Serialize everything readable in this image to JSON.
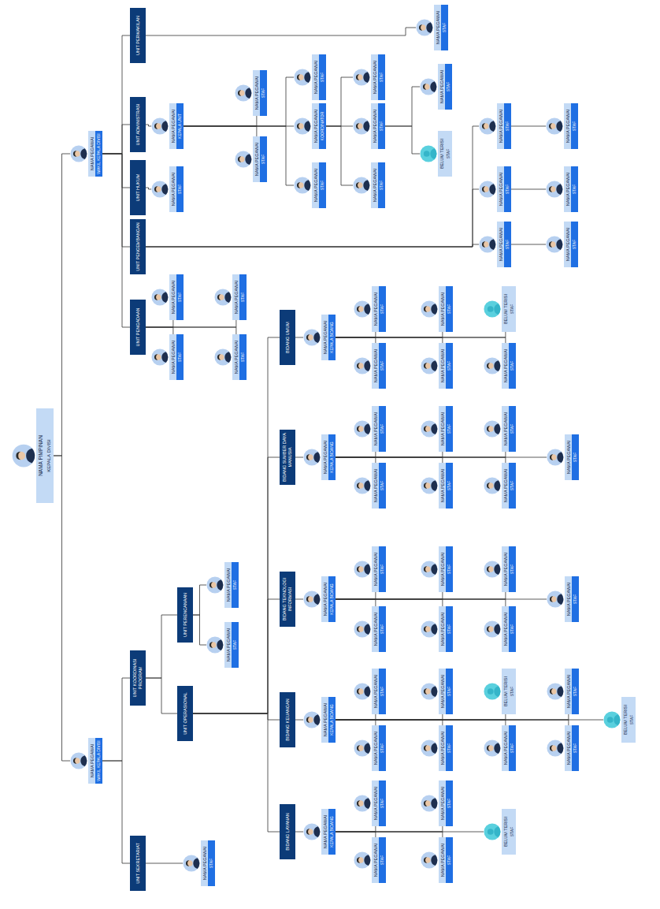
{
  "diagram": {
    "nodes": [
      {
        "text": [
          "NAMA PIMPINAN",
          "KEPALA DIVISI"
        ]
      },
      {
        "text": [
          "NAMA PEGAWAI",
          "WAKIL KEPALA DIVISI"
        ]
      },
      {
        "text": [
          "NAMA PEGAWAI",
          "WAKIL KEPALA DIVISI"
        ]
      },
      {
        "text": [
          "UNIT SEKRETARIAT"
        ]
      },
      {
        "text": [
          "NAMA PEGAWAI",
          "STAF"
        ]
      },
      {
        "text": [
          "UNIT KOORDINASI PROGRAM"
        ]
      },
      {
        "text": [
          "UNIT OPERASIONAL"
        ]
      },
      {
        "text": [
          "UNIT PERENCANAAN"
        ]
      },
      {
        "text": [
          "NAMA PEGAWAI",
          "STAF"
        ]
      },
      {
        "text": [
          "NAMA PEGAWAI",
          "STAF"
        ]
      },
      {
        "text": [
          "BIDANG LAYANAN"
        ]
      },
      {
        "text": [
          "NAMA PEGAWAI",
          "KEPALA BIDANG"
        ]
      },
      {
        "text": [
          "NAMA PEGAWAI",
          "STAF"
        ]
      },
      {
        "text": [
          "NAMA PEGAWAI",
          "STAF"
        ]
      },
      {
        "text": [
          "NAMA PEGAWAI",
          "STAF"
        ]
      },
      {
        "text": [
          "NAMA PEGAWAI",
          "STAF"
        ]
      },
      {
        "text": [
          "BELUM TERISI",
          "STAF"
        ]
      },
      {
        "text": [
          "BIDANG KEUANGAN"
        ]
      },
      {
        "text": [
          "NAMA PEGAWAI",
          "KEPALA BIDANG"
        ]
      },
      {
        "text": [
          "NAMA PEGAWAI",
          "STAF"
        ]
      },
      {
        "text": [
          "NAMA PEGAWAI",
          "STAF"
        ]
      },
      {
        "text": [
          "NAMA PEGAWAI",
          "STAF"
        ]
      },
      {
        "text": [
          "NAMA PEGAWAI",
          "STAF"
        ]
      },
      {
        "text": [
          "NAMA PEGAWAI",
          "STAF"
        ]
      },
      {
        "text": [
          "NAMA PEGAWAI",
          "STAF"
        ]
      },
      {
        "text": [
          "NAMA PEGAWAI",
          "STAF"
        ]
      },
      {
        "text": [
          "BELUM TERISI",
          "STAF"
        ]
      },
      {
        "text": [
          "BELUM TERISI",
          "STAF"
        ]
      },
      {
        "text": [
          "BIDANG TEKNOLOGI INFORMASI"
        ]
      },
      {
        "text": [
          "NAMA PEGAWAI",
          "KEPALA BIDANG"
        ]
      },
      {
        "text": [
          "NAMA PEGAWAI",
          "STAF"
        ]
      },
      {
        "text": [
          "NAMA PEGAWAI",
          "STAF"
        ]
      },
      {
        "text": [
          "NAMA PEGAWAI",
          "STAF"
        ]
      },
      {
        "text": [
          "NAMA PEGAWAI",
          "STAF"
        ]
      },
      {
        "text": [
          "NAMA PEGAWAI",
          "STAF"
        ]
      },
      {
        "text": [
          "NAMA PEGAWAI",
          "STAF"
        ]
      },
      {
        "text": [
          "NAMA PEGAWAI",
          "STAF"
        ]
      },
      {
        "text": [
          "BIDANG SUMBER DAYA MANUSIA"
        ]
      },
      {
        "text": [
          "NAMA PEGAWAI",
          "KEPALA BIDANG"
        ]
      },
      {
        "text": [
          "NAMA PEGAWAI",
          "STAF"
        ]
      },
      {
        "text": [
          "NAMA PEGAWAI",
          "STAF"
        ]
      },
      {
        "text": [
          "NAMA PEGAWAI",
          "STAF"
        ]
      },
      {
        "text": [
          "NAMA PEGAWAI",
          "STAF"
        ]
      },
      {
        "text": [
          "NAMA PEGAWAI",
          "STAF"
        ]
      },
      {
        "text": [
          "NAMA PEGAWAI",
          "STAF"
        ]
      },
      {
        "text": [
          "NAMA PEGAWAI",
          "STAF"
        ]
      },
      {
        "text": [
          "BIDANG UMUM"
        ]
      },
      {
        "text": [
          "NAMA PEGAWAI",
          "KEPALA BIDANG"
        ]
      },
      {
        "text": [
          "NAMA PEGAWAI",
          "STAF"
        ]
      },
      {
        "text": [
          "NAMA PEGAWAI",
          "STAF"
        ]
      },
      {
        "text": [
          "NAMA PEGAWAI",
          "STAF"
        ]
      },
      {
        "text": [
          "NAMA PEGAWAI",
          "STAF"
        ]
      },
      {
        "text": [
          "NAMA PEGAWAI",
          "STAF"
        ]
      },
      {
        "text": [
          "BELUM TERISI",
          "STAF"
        ]
      },
      {
        "text": [
          "UNIT PENGADAAN"
        ]
      },
      {
        "text": [
          "NAMA PEGAWAI",
          "STAF"
        ]
      },
      {
        "text": [
          "NAMA PEGAWAI",
          "STAF"
        ]
      },
      {
        "text": [
          "NAMA PEGAWAI",
          "STAF"
        ]
      },
      {
        "text": [
          "NAMA PEGAWAI",
          "STAF"
        ]
      },
      {
        "text": [
          "UNIT PENGEMBANGAN"
        ]
      },
      {
        "text": [
          "NAMA PEGAWAI",
          "STAF"
        ]
      },
      {
        "text": [
          "NAMA PEGAWAI",
          "STAF"
        ]
      },
      {
        "text": [
          "NAMA PEGAWAI",
          "STAF"
        ]
      },
      {
        "text": [
          "NAMA PEGAWAI",
          "STAF"
        ]
      },
      {
        "text": [
          "NAMA PEGAWAI",
          "STAF"
        ]
      },
      {
        "text": [
          "NAMA PEGAWAI",
          "STAF"
        ]
      },
      {
        "text": [
          "UNIT HUKUM"
        ]
      },
      {
        "text": [
          "NAMA PEGAWAI",
          "STAF"
        ]
      },
      {
        "text": [
          "UNIT ADMINISTRASI"
        ]
      },
      {
        "text": [
          "NAMA PEGAWAI",
          "KEPALA UNIT"
        ]
      },
      {
        "text": [
          "NAMA PEGAWAI",
          "STAF"
        ]
      },
      {
        "text": [
          "NAMA PEGAWAI",
          "STAF"
        ]
      },
      {
        "text": [
          "NAMA PEGAWAI",
          "STAF"
        ]
      },
      {
        "text": [
          "NAMA PEGAWAI",
          "KOORDINATOR"
        ]
      },
      {
        "text": [
          "NAMA PEGAWAI",
          "STAF"
        ]
      },
      {
        "text": [
          "NAMA PEGAWAI",
          "STAF"
        ]
      },
      {
        "text": [
          "NAMA PEGAWAI",
          "STAF"
        ]
      },
      {
        "text": [
          "NAMA PEGAWAI",
          "STAF"
        ]
      },
      {
        "text": [
          "NAMA PEGAWAI",
          "STAF"
        ]
      },
      {
        "text": [
          "BELUM TERISI",
          "STAF"
        ]
      },
      {
        "text": [
          "UNIT PERWAKILAN"
        ]
      },
      {
        "text": [
          "NAMA PEGAWAI",
          "STAF"
        ]
      }
    ],
    "edges": [
      {
        "from": 0,
        "to": 1,
        "arrow": "none"
      },
      {
        "from": 0,
        "to": 2,
        "arrow": "none"
      },
      {
        "from": 1,
        "to": 3,
        "arrow": "none"
      },
      {
        "from": 1,
        "to": 5,
        "arrow": "none"
      },
      {
        "from": 3,
        "to": 4,
        "arrow": "none"
      },
      {
        "from": 5,
        "to": 6,
        "arrow": "none"
      },
      {
        "from": 5,
        "to": 7,
        "arrow": "none"
      },
      {
        "from": 7,
        "to": 8,
        "arrow": "none"
      },
      {
        "from": 7,
        "to": 9,
        "arrow": "none"
      },
      {
        "from": 6,
        "to": 10,
        "arrow": "none"
      },
      {
        "from": 6,
        "to": 17,
        "arrow": "none"
      },
      {
        "from": 6,
        "to": 28,
        "arrow": "none"
      },
      {
        "from": 6,
        "to": 37,
        "arrow": "none"
      },
      {
        "from": 6,
        "to": 46,
        "arrow": "none"
      },
      {
        "from": 10,
        "to": 11,
        "arrow": "none"
      },
      {
        "from": 11,
        "to": 12,
        "arrow": "none"
      },
      {
        "from": 11,
        "to": 13,
        "arrow": "none"
      },
      {
        "from": 11,
        "to": 14,
        "arrow": "none"
      },
      {
        "from": 11,
        "to": 15,
        "arrow": "none"
      },
      {
        "from": 11,
        "to": 16,
        "arrow": "none"
      },
      {
        "from": 17,
        "to": 18,
        "arrow": "none"
      },
      {
        "from": 18,
        "to": 19,
        "arrow": "none"
      },
      {
        "from": 18,
        "to": 20,
        "arrow": "none"
      },
      {
        "from": 18,
        "to": 21,
        "arrow": "none"
      },
      {
        "from": 18,
        "to": 22,
        "arrow": "none"
      },
      {
        "from": 18,
        "to": 23,
        "arrow": "none"
      },
      {
        "from": 18,
        "to": 24,
        "arrow": "none"
      },
      {
        "from": 18,
        "to": 25,
        "arrow": "none"
      },
      {
        "from": 18,
        "to": 26,
        "arrow": "none"
      },
      {
        "from": 18,
        "to": 27,
        "arrow": "none"
      },
      {
        "from": 28,
        "to": 29,
        "arrow": "none"
      },
      {
        "from": 29,
        "to": 30,
        "arrow": "none"
      },
      {
        "from": 29,
        "to": 31,
        "arrow": "none"
      },
      {
        "from": 29,
        "to": 32,
        "arrow": "none"
      },
      {
        "from": 29,
        "to": 33,
        "arrow": "none"
      },
      {
        "from": 29,
        "to": 34,
        "arrow": "none"
      },
      {
        "from": 29,
        "to": 35,
        "arrow": "none"
      },
      {
        "from": 29,
        "to": 36,
        "arrow": "none"
      },
      {
        "from": 37,
        "to": 38,
        "arrow": "none"
      },
      {
        "from": 38,
        "to": 39,
        "arrow": "none"
      },
      {
        "from": 38,
        "to": 40,
        "arrow": "none"
      },
      {
        "from": 38,
        "to": 41,
        "arrow": "none"
      },
      {
        "from": 38,
        "to": 42,
        "arrow": "none"
      },
      {
        "from": 38,
        "to": 43,
        "arrow": "none"
      },
      {
        "from": 38,
        "to": 44,
        "arrow": "none"
      },
      {
        "from": 38,
        "to": 45,
        "arrow": "none"
      },
      {
        "from": 46,
        "to": 47,
        "arrow": "none"
      },
      {
        "from": 47,
        "to": 48,
        "arrow": "none"
      },
      {
        "from": 47,
        "to": 49,
        "arrow": "none"
      },
      {
        "from": 47,
        "to": 50,
        "arrow": "none"
      },
      {
        "from": 47,
        "to": 51,
        "arrow": "none"
      },
      {
        "from": 47,
        "to": 52,
        "arrow": "none"
      },
      {
        "from": 47,
        "to": 53,
        "arrow": "none"
      },
      {
        "from": 2,
        "to": 54,
        "arrow": "none"
      },
      {
        "from": 2,
        "to": 59,
        "arrow": "none"
      },
      {
        "from": 2,
        "to": 66,
        "arrow": "none"
      },
      {
        "from": 2,
        "to": 68,
        "arrow": "none"
      },
      {
        "from": 2,
        "to": 80,
        "arrow": "none"
      },
      {
        "from": 54,
        "to": 55,
        "arrow": "none"
      },
      {
        "from": 54,
        "to": 56,
        "arrow": "none"
      },
      {
        "from": 54,
        "to": 57,
        "arrow": "none"
      },
      {
        "from": 54,
        "to": 58,
        "arrow": "none"
      },
      {
        "from": 59,
        "to": 60,
        "arrow": "none"
      },
      {
        "from": 59,
        "to": 61,
        "arrow": "none"
      },
      {
        "from": 59,
        "to": 62,
        "arrow": "none"
      },
      {
        "from": 60,
        "to": 63,
        "arrow": "none"
      },
      {
        "from": 61,
        "to": 64,
        "arrow": "none"
      },
      {
        "from": 62,
        "to": 65,
        "arrow": "none"
      },
      {
        "from": 66,
        "to": 67,
        "arrow": "none"
      },
      {
        "from": 68,
        "to": 69,
        "arrow": "none"
      },
      {
        "from": 69,
        "to": 70,
        "arrow": "none"
      },
      {
        "from": 69,
        "to": 71,
        "arrow": "none"
      },
      {
        "from": 69,
        "to": 72,
        "arrow": "none"
      },
      {
        "from": 69,
        "to": 73,
        "arrow": "none"
      },
      {
        "from": 69,
        "to": 74,
        "arrow": "none"
      },
      {
        "from": 73,
        "to": 75,
        "arrow": "none"
      },
      {
        "from": 73,
        "to": 76,
        "arrow": "none"
      },
      {
        "from": 73,
        "to": 77,
        "arrow": "none"
      },
      {
        "from": 76,
        "to": 78,
        "arrow": "none"
      },
      {
        "from": 76,
        "to": 79,
        "arrow": "none"
      },
      {
        "from": 80,
        "to": 81,
        "arrow": "none"
      }
    ]
  }
}
